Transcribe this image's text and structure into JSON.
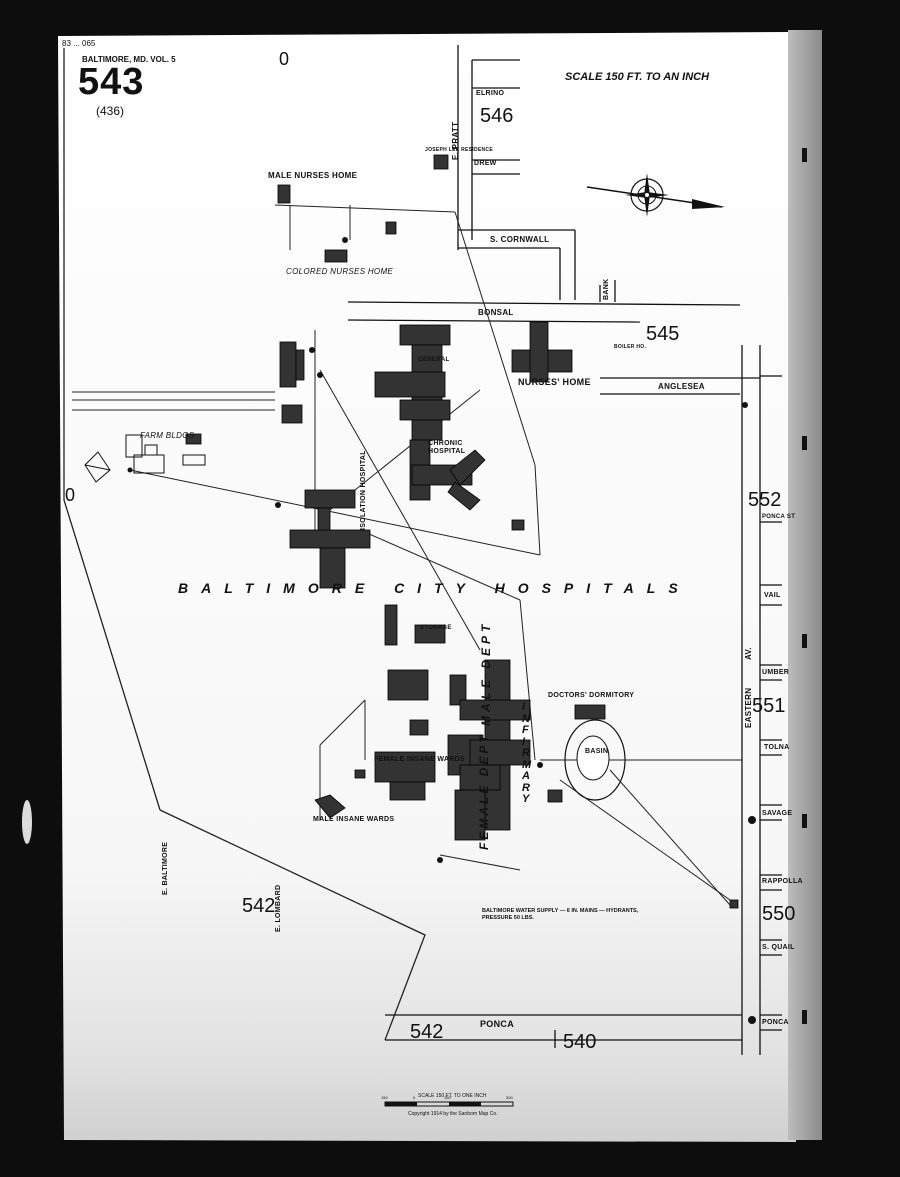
{
  "header": {
    "fragment": "83 ... 065",
    "volume": "BALTIMORE, MD. VOL. 5",
    "sheet_number": "543",
    "sheet_sub": "(436)",
    "zero_label": "0",
    "scale": "SCALE 150 FT. TO AN INCH"
  },
  "adjacent_sheets": {
    "s546": "546",
    "s545": "545",
    "s552": "552",
    "s551": "551",
    "s550": "550",
    "s542a": "542",
    "s542b": "542",
    "s540": "540",
    "left_zero": "0"
  },
  "streets": {
    "pratt": "E. PRATT",
    "elrino": "ELRINO",
    "drew": "DREW",
    "cornwall": "S. CORNWALL",
    "bonsal": "BONSAL",
    "bank": "BANK",
    "anglesea": "ANGLESEA",
    "ponca_st": "PONCA ST",
    "vail": "VAIL",
    "umber": "UMBER",
    "eastern": "EASTERN",
    "eastern_av": "AV.",
    "tolna": "TOLNA",
    "savage": "SAVAGE",
    "rappolla": "RAPPOLLA",
    "quail": "S. QUAIL",
    "ponca_bottom": "PONCA",
    "ponca_right": "PONCA",
    "baltimore": "E. BALTIMORE",
    "lombard": "E. LOMBARD"
  },
  "buildings": {
    "male_nurses": "MALE NURSES HOME",
    "colored_nurses": "COLORED NURSES HOME",
    "nurses_home": "NURSES' HOME",
    "chronic": "CHRONIC HOSPITAL",
    "general": "GENERAL",
    "farm": "FARM BLDGS",
    "isolation": "ISOLATION HOSPITAL",
    "doctors": "DOCTORS' DORMITORY",
    "female_insane": "FEMALE INSANE WARDS",
    "male_insane": "MALE INSANE WARDS",
    "male_dept": "MALE DEPT",
    "female_dept": "FEMALE DEPT",
    "infirmary": "INFIRMARY",
    "basin": "BASIN",
    "storage": "STORAGE",
    "boiler": "BOILER HO.",
    "joseph": "JOSEPH LEE RESIDENCE"
  },
  "institution": "BALTIMORE CITY HOSPITALS",
  "notes": {
    "water": "BALTIMORE WATER SUPPLY — 6 IN. MAINS — HYDRANTS, PRESSURE 50 LBS.",
    "bottom_scale": "SCALE 150 FT. TO ONE INCH",
    "copyright": "Copyright 1914 by the Sanborn Map Co."
  },
  "scale_ticks": [
    "150",
    "0",
    "150",
    "300"
  ]
}
